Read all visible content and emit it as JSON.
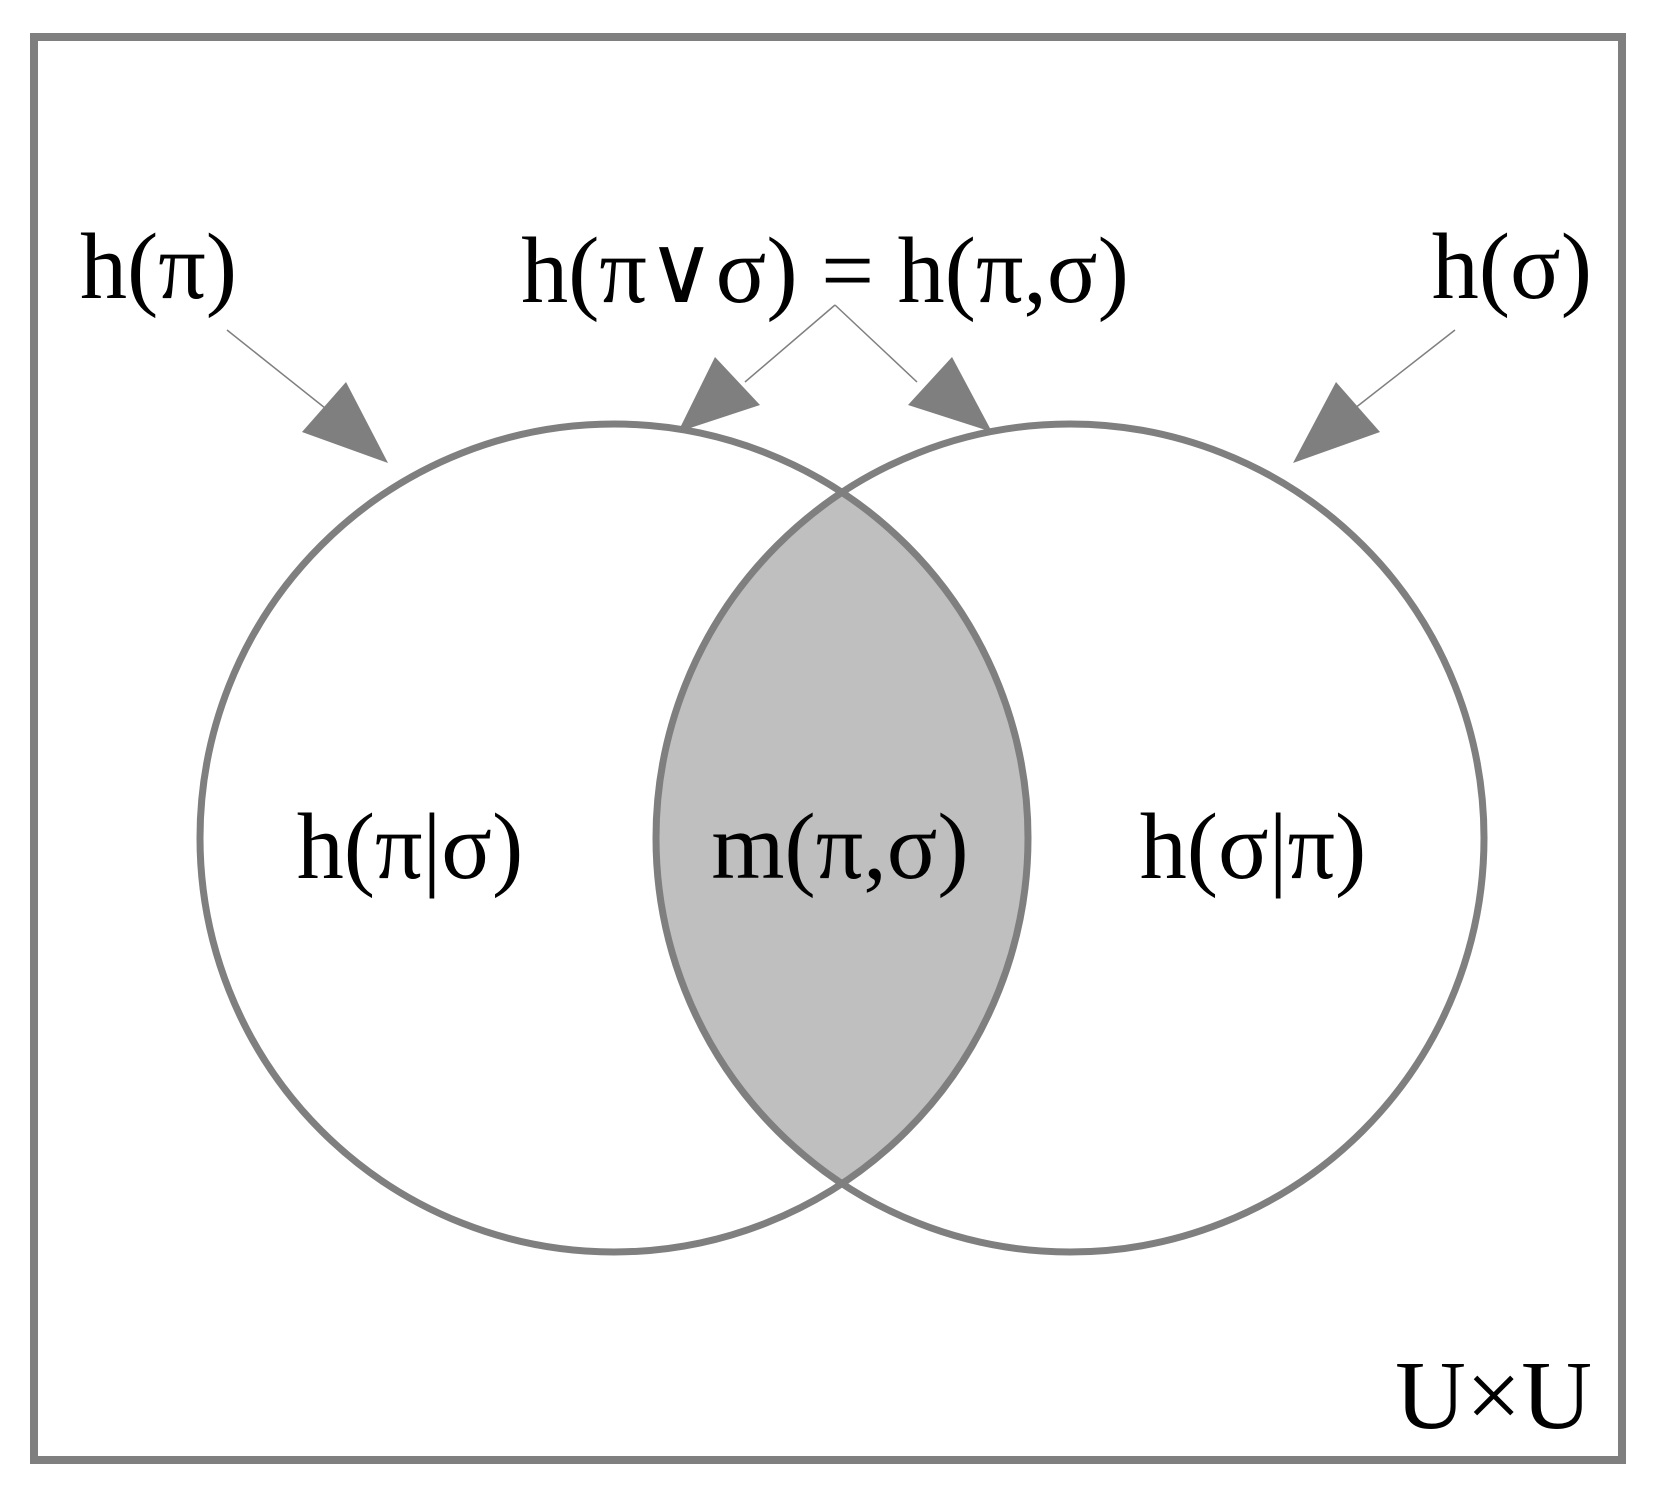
{
  "labels": {
    "h_pi": "h(π)",
    "h_join": "h(π∨σ) = h(π,σ)",
    "h_sigma": "h(σ)",
    "h_pi_given_sigma": "h(π|σ)",
    "m_pi_sigma": "m(π,σ)",
    "h_sigma_given_pi": "h(σ|π)",
    "universe": "U×U"
  },
  "colors": {
    "outline": "#7f7f7f",
    "intersection_fill": "#bfbfbf",
    "background": "#ffffff",
    "text": "#000000",
    "arrow": "#7f7f7f"
  }
}
